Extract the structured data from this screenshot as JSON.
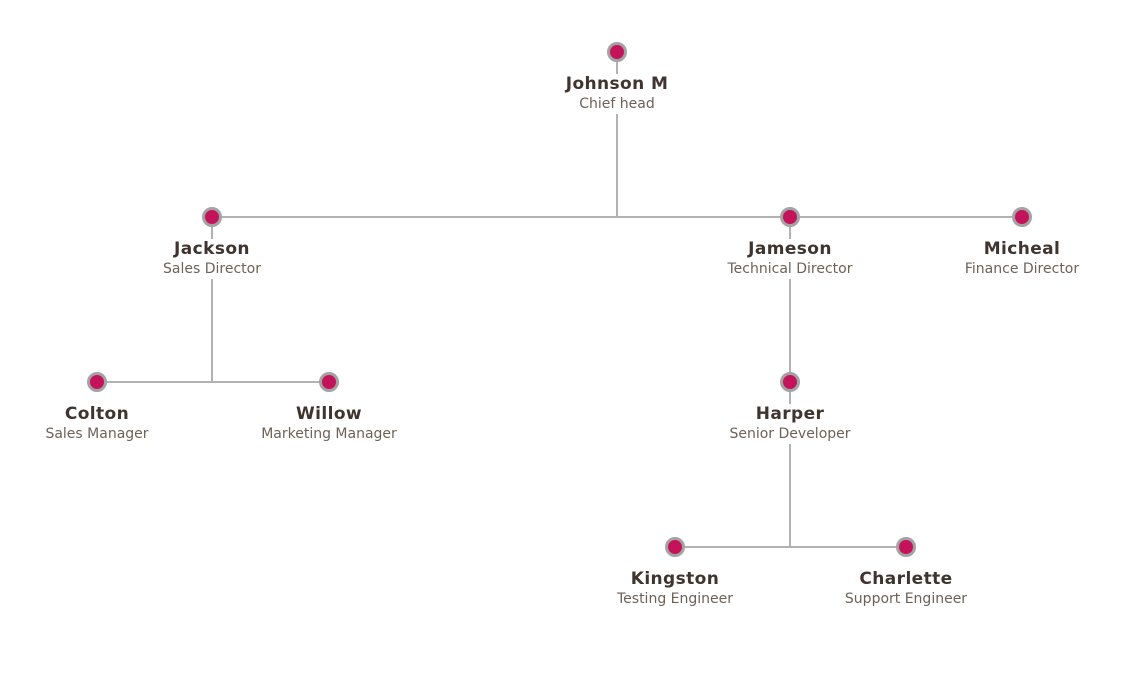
{
  "diagram": {
    "type": "org-chart",
    "title": "",
    "nodes": [
      {
        "id": "johnson-m",
        "name": "Johnson M",
        "role": "Chief head"
      },
      {
        "id": "jackson",
        "name": "Jackson",
        "role": "Sales Director"
      },
      {
        "id": "jameson",
        "name": "Jameson",
        "role": "Technical Director"
      },
      {
        "id": "micheal",
        "name": "Micheal",
        "role": "Finance Director"
      },
      {
        "id": "colton",
        "name": "Colton",
        "role": "Sales Manager"
      },
      {
        "id": "willow",
        "name": "Willow",
        "role": "Marketing Manager"
      },
      {
        "id": "harper",
        "name": "Harper",
        "role": "Senior Developer"
      },
      {
        "id": "kingston",
        "name": "Kingston",
        "role": "Testing Engineer"
      },
      {
        "id": "charlette",
        "name": "Charlette",
        "role": "Support Engineer"
      }
    ],
    "hierarchy": {
      "Johnson M": [
        "Jackson",
        "Jameson",
        "Micheal"
      ],
      "Jackson": [
        "Colton",
        "Willow"
      ],
      "Jameson": [
        "Harper"
      ],
      "Harper": [
        "Kingston",
        "Charlette"
      ]
    },
    "colors": {
      "node_fill": "#c5135b",
      "node_ring": "#a3a3a3",
      "connector": "#b2b2b2",
      "name_text": "#3f342f",
      "role_text": "#6e6158",
      "background": "#ffffff"
    }
  }
}
